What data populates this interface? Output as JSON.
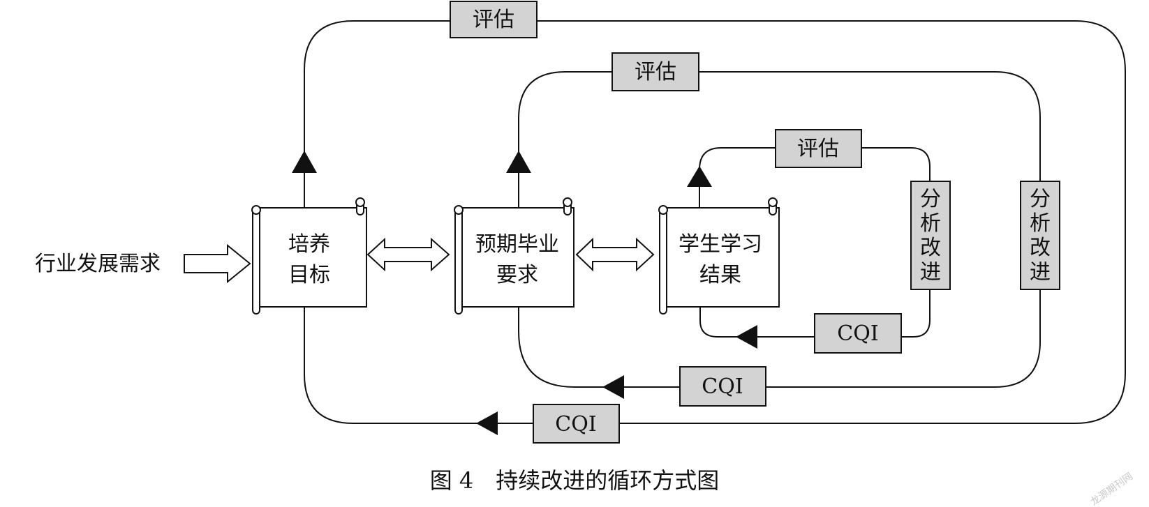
{
  "input_label": "行业发展需求",
  "documents": {
    "goal": [
      "培养",
      "目标"
    ],
    "grad_req": [
      "预期毕业",
      "要求"
    ],
    "outcomes": [
      "学生学习",
      "结果"
    ]
  },
  "boxes": {
    "eval_outer": "评估",
    "eval_middle": "评估",
    "eval_inner": "评估",
    "analyze_inner": [
      "分",
      "析",
      "改",
      "进"
    ],
    "analyze_middle": [
      "分",
      "析",
      "改",
      "进"
    ],
    "cqi_inner": "CQI",
    "cqi_middle": "CQI",
    "cqi_outer": "CQI"
  },
  "caption": "图 4　持续改进的循环方式图",
  "watermark": "龙源期刊网",
  "colors": {
    "box_fill": "#d3d3d3",
    "line": "#111111",
    "background": "#ffffff"
  }
}
